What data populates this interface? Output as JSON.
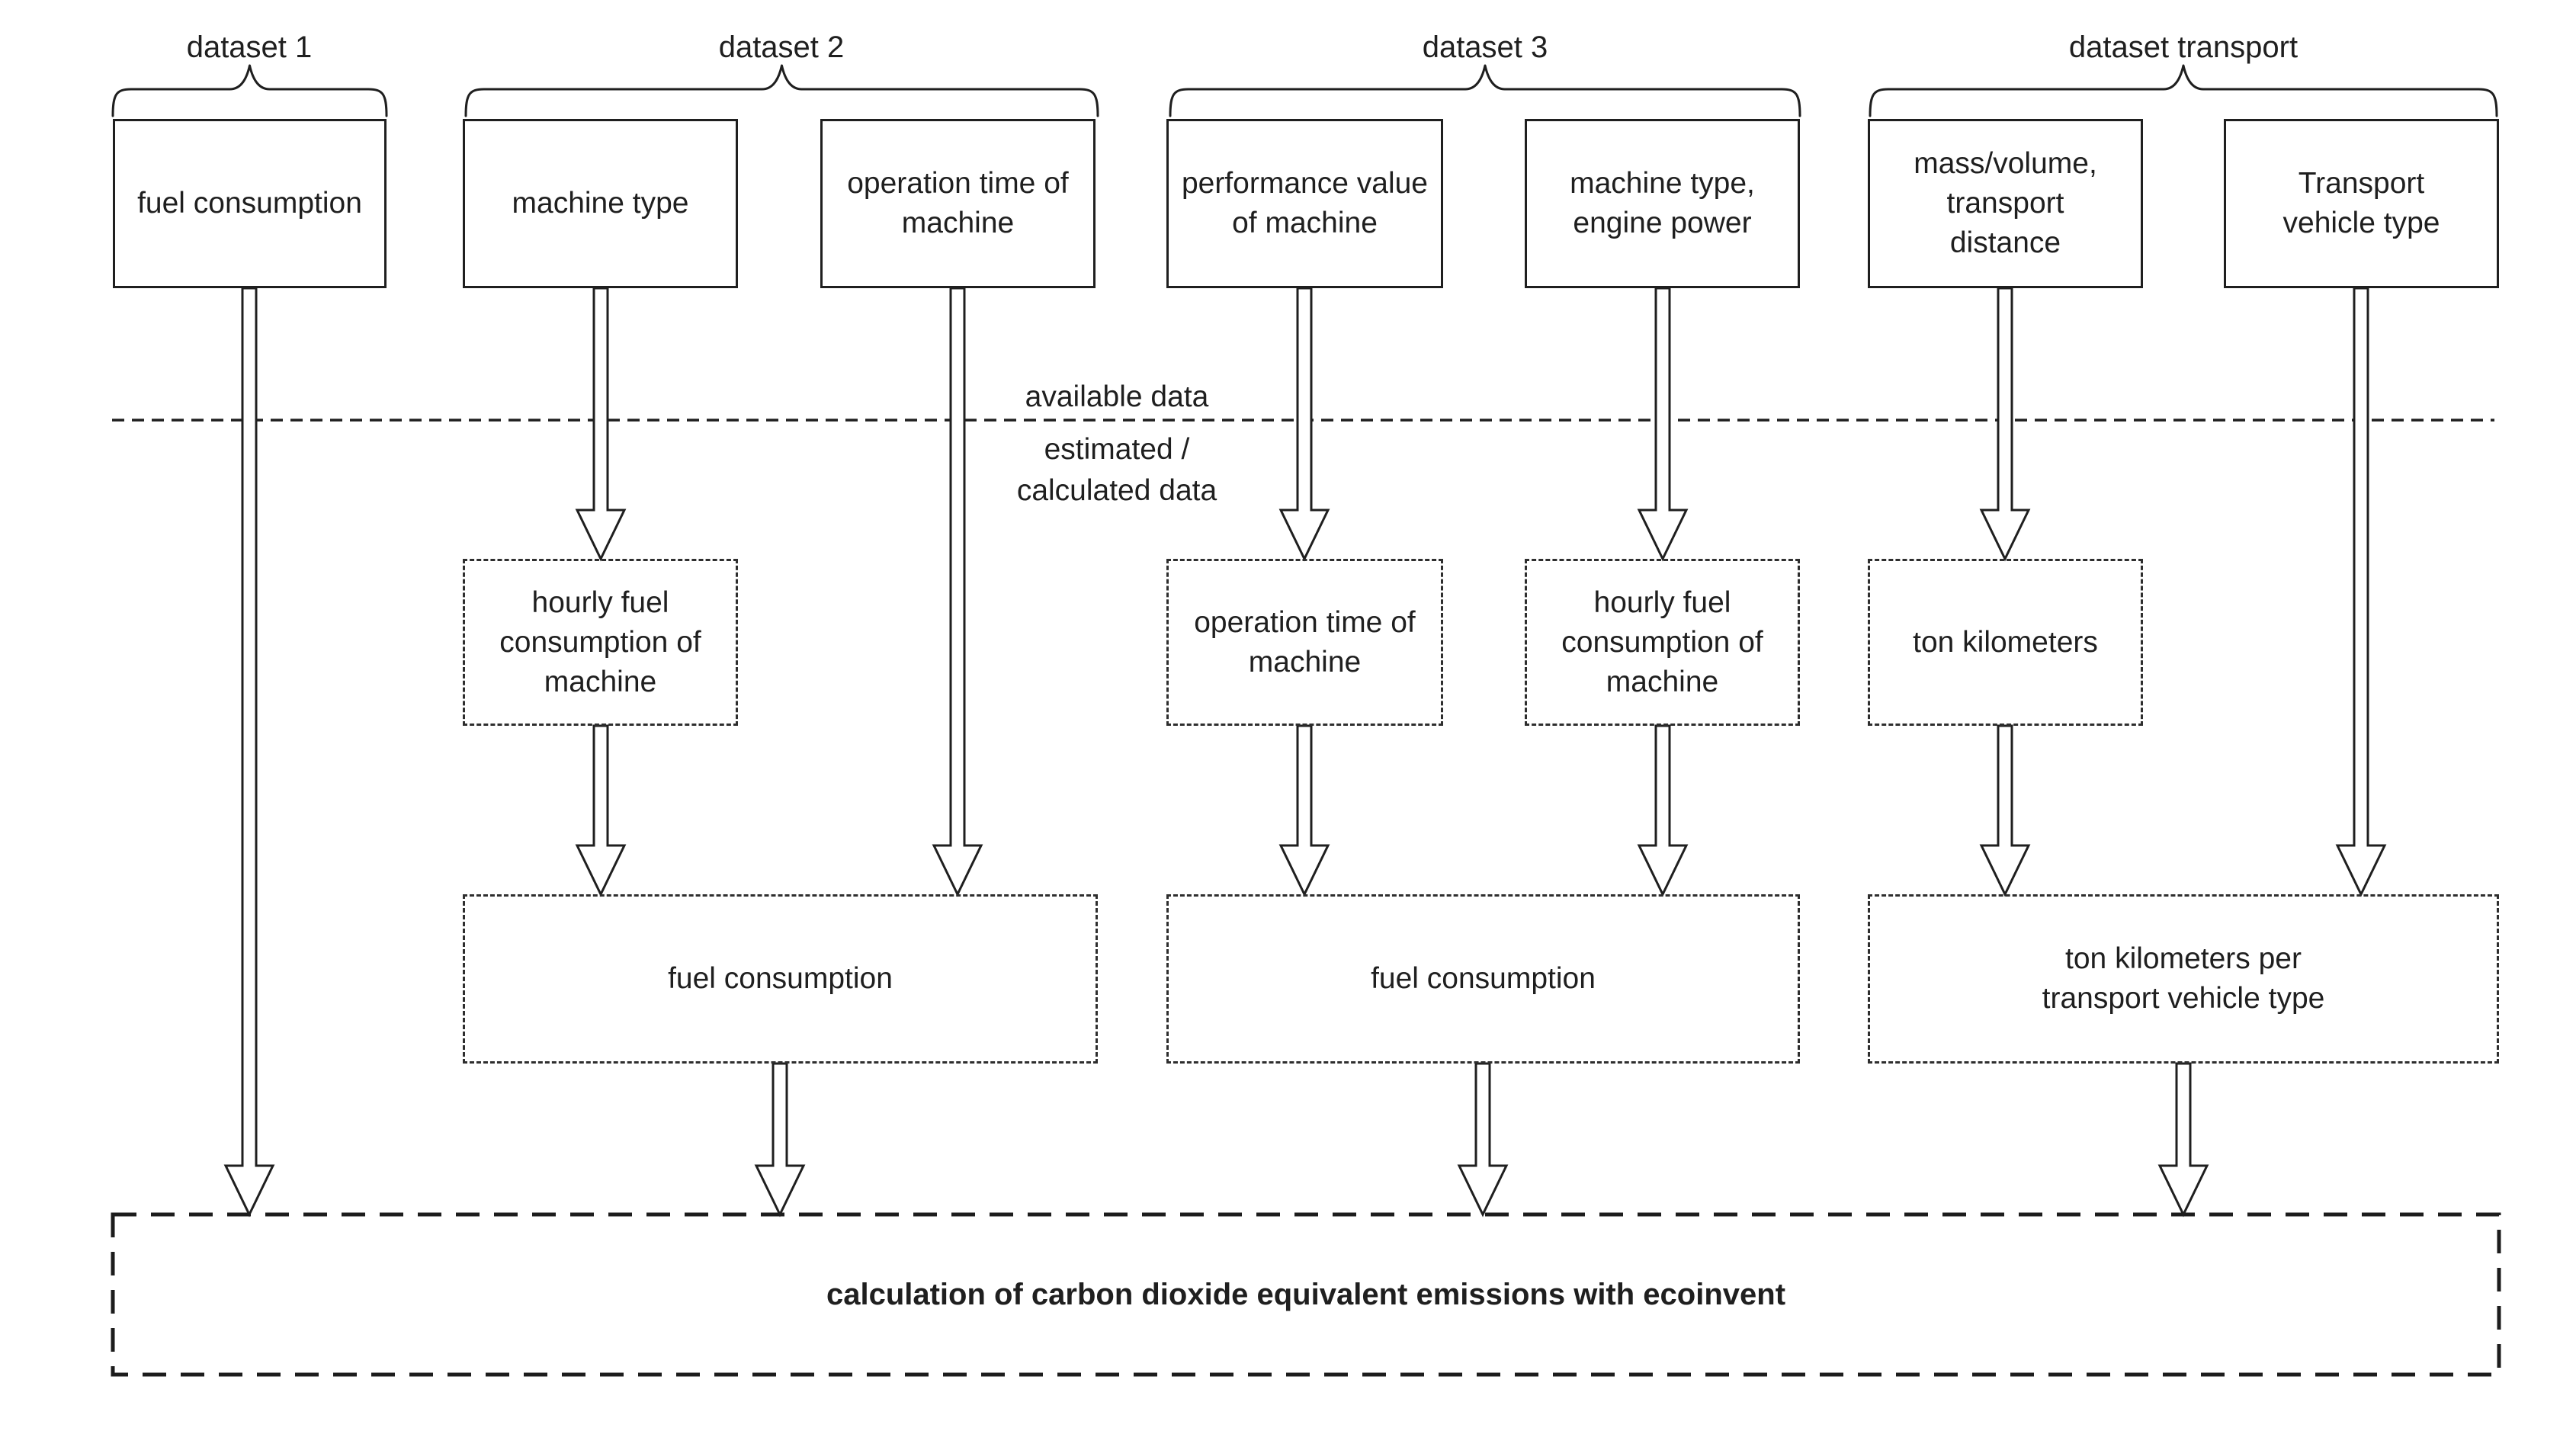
{
  "colors": {
    "ink": "#1f1f1f",
    "background": "#ffffff"
  },
  "divider": {
    "above": "available data",
    "below": "estimated /\ncalculated data"
  },
  "groups": [
    {
      "name": "dataset 1",
      "available": [
        {
          "label": "fuel consumption"
        }
      ],
      "estimated": [],
      "merged": null
    },
    {
      "name": "dataset 2",
      "available": [
        {
          "label": "machine type"
        },
        {
          "label": "operation time of machine"
        }
      ],
      "estimated": [
        {
          "label": "hourly fuel consumption of machine"
        }
      ],
      "merged": {
        "label": "fuel consumption"
      }
    },
    {
      "name": "dataset 3",
      "available": [
        {
          "label": "performance value of machine"
        },
        {
          "label": "machine type, engine power"
        }
      ],
      "estimated": [
        {
          "label": "operation time of machine"
        },
        {
          "label": "hourly fuel consumption of machine"
        }
      ],
      "merged": {
        "label": "fuel consumption"
      }
    },
    {
      "name": "dataset transport",
      "available": [
        {
          "label": "mass/volume, transport distance"
        },
        {
          "label": "Transport vehicle type"
        }
      ],
      "estimated": [
        {
          "label": "ton kilometers"
        }
      ],
      "merged": {
        "label": "ton kilometers per transport vehicle type"
      }
    }
  ],
  "footer": {
    "label": "calculation of carbon dioxide equivalent emissions with ecoinvent"
  }
}
